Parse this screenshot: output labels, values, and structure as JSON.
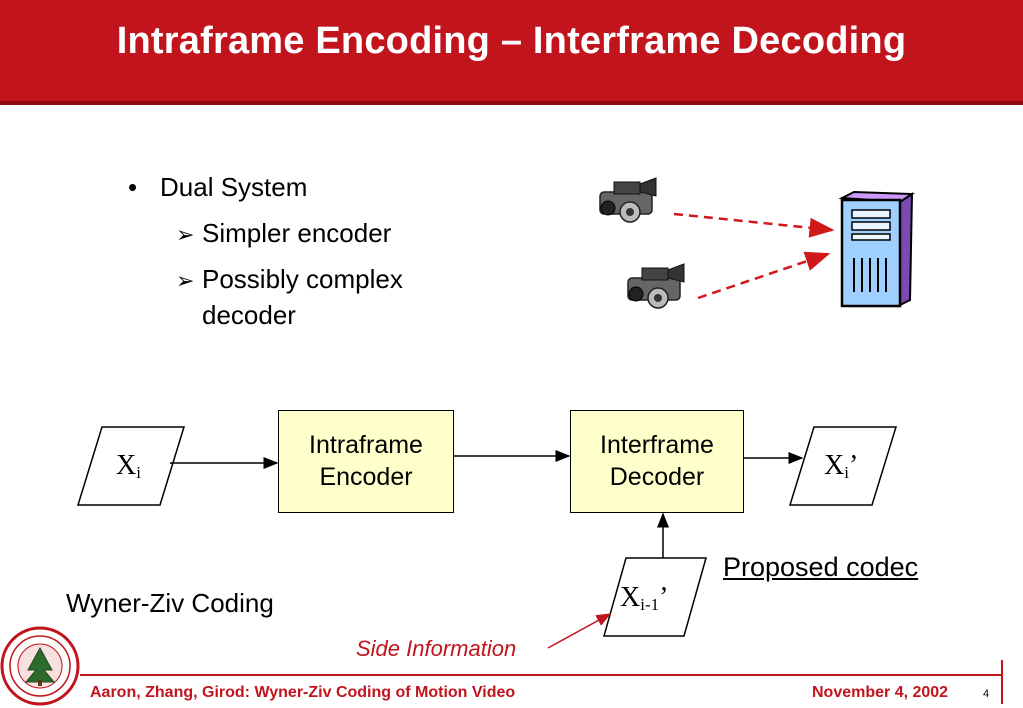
{
  "title": "Intraframe Encoding – Interframe Decoding",
  "bullets": {
    "main": "Dual System",
    "sub1": "Simpler encoder",
    "sub2_line1": "Possibly complex",
    "sub2_line2": "decoder"
  },
  "diagram": {
    "input": {
      "base": "X",
      "sub": "i"
    },
    "encoder": {
      "line1": "Intraframe",
      "line2": "Encoder"
    },
    "decoder": {
      "line1": "Interframe",
      "line2": "Decoder"
    },
    "output": {
      "base": "X",
      "sub": "i",
      "suffix": "’"
    },
    "side_input": {
      "base": "X",
      "sub": "i-1",
      "suffix": "’"
    },
    "proposed_label": "Proposed codec",
    "side_info_label": "Side Information"
  },
  "wyner_ziv_label": "Wyner-Ziv Coding",
  "footer": {
    "left": "Aaron, Zhang, Girod:  Wyner-Ziv Coding of Motion Video",
    "right": "November 4, 2002",
    "page": "4"
  },
  "icons": {
    "bullet": "bullet-dot",
    "sub_bullet": "arrowhead-bullet-icon",
    "cameras": "video-camera-icon",
    "computer": "computer-tower-icon",
    "logo": "university-seal-icon"
  },
  "colors": {
    "brand": "#c1141c",
    "box_fill": "#ffffcc",
    "dashed_arrow": "#d01818"
  }
}
